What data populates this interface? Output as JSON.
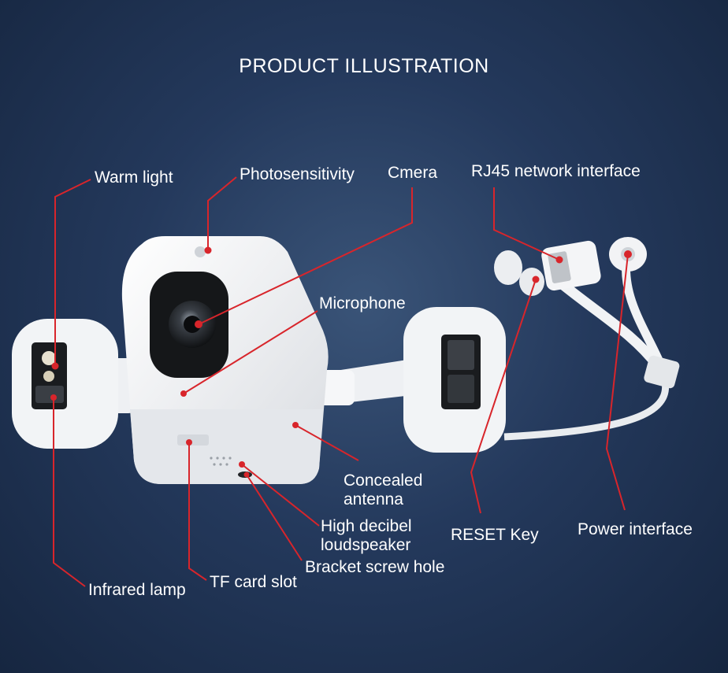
{
  "header": {
    "title": "PRODUCT ILLUSTRATION"
  },
  "labels": {
    "warm_light": "Warm light",
    "photosensitivity": "Photosensitivity",
    "camera": "Cmera",
    "rj45": "RJ45 network interface",
    "microphone": "Microphone",
    "antenna_line1": "Concealed",
    "antenna_line2": "antenna",
    "speaker_line1": "High decibel",
    "speaker_line2": "loudspeaker",
    "reset_key": "RESET Key",
    "power_interface": "Power interface",
    "bracket_screw_hole": "Bracket screw hole",
    "tf_card_slot": "TF card slot",
    "infrared_lamp": "Infrared lamp"
  },
  "colors": {
    "background": "#24395c",
    "leader_line": "#d8252b",
    "text": "#ffffff",
    "device": "#f3f4f6"
  }
}
